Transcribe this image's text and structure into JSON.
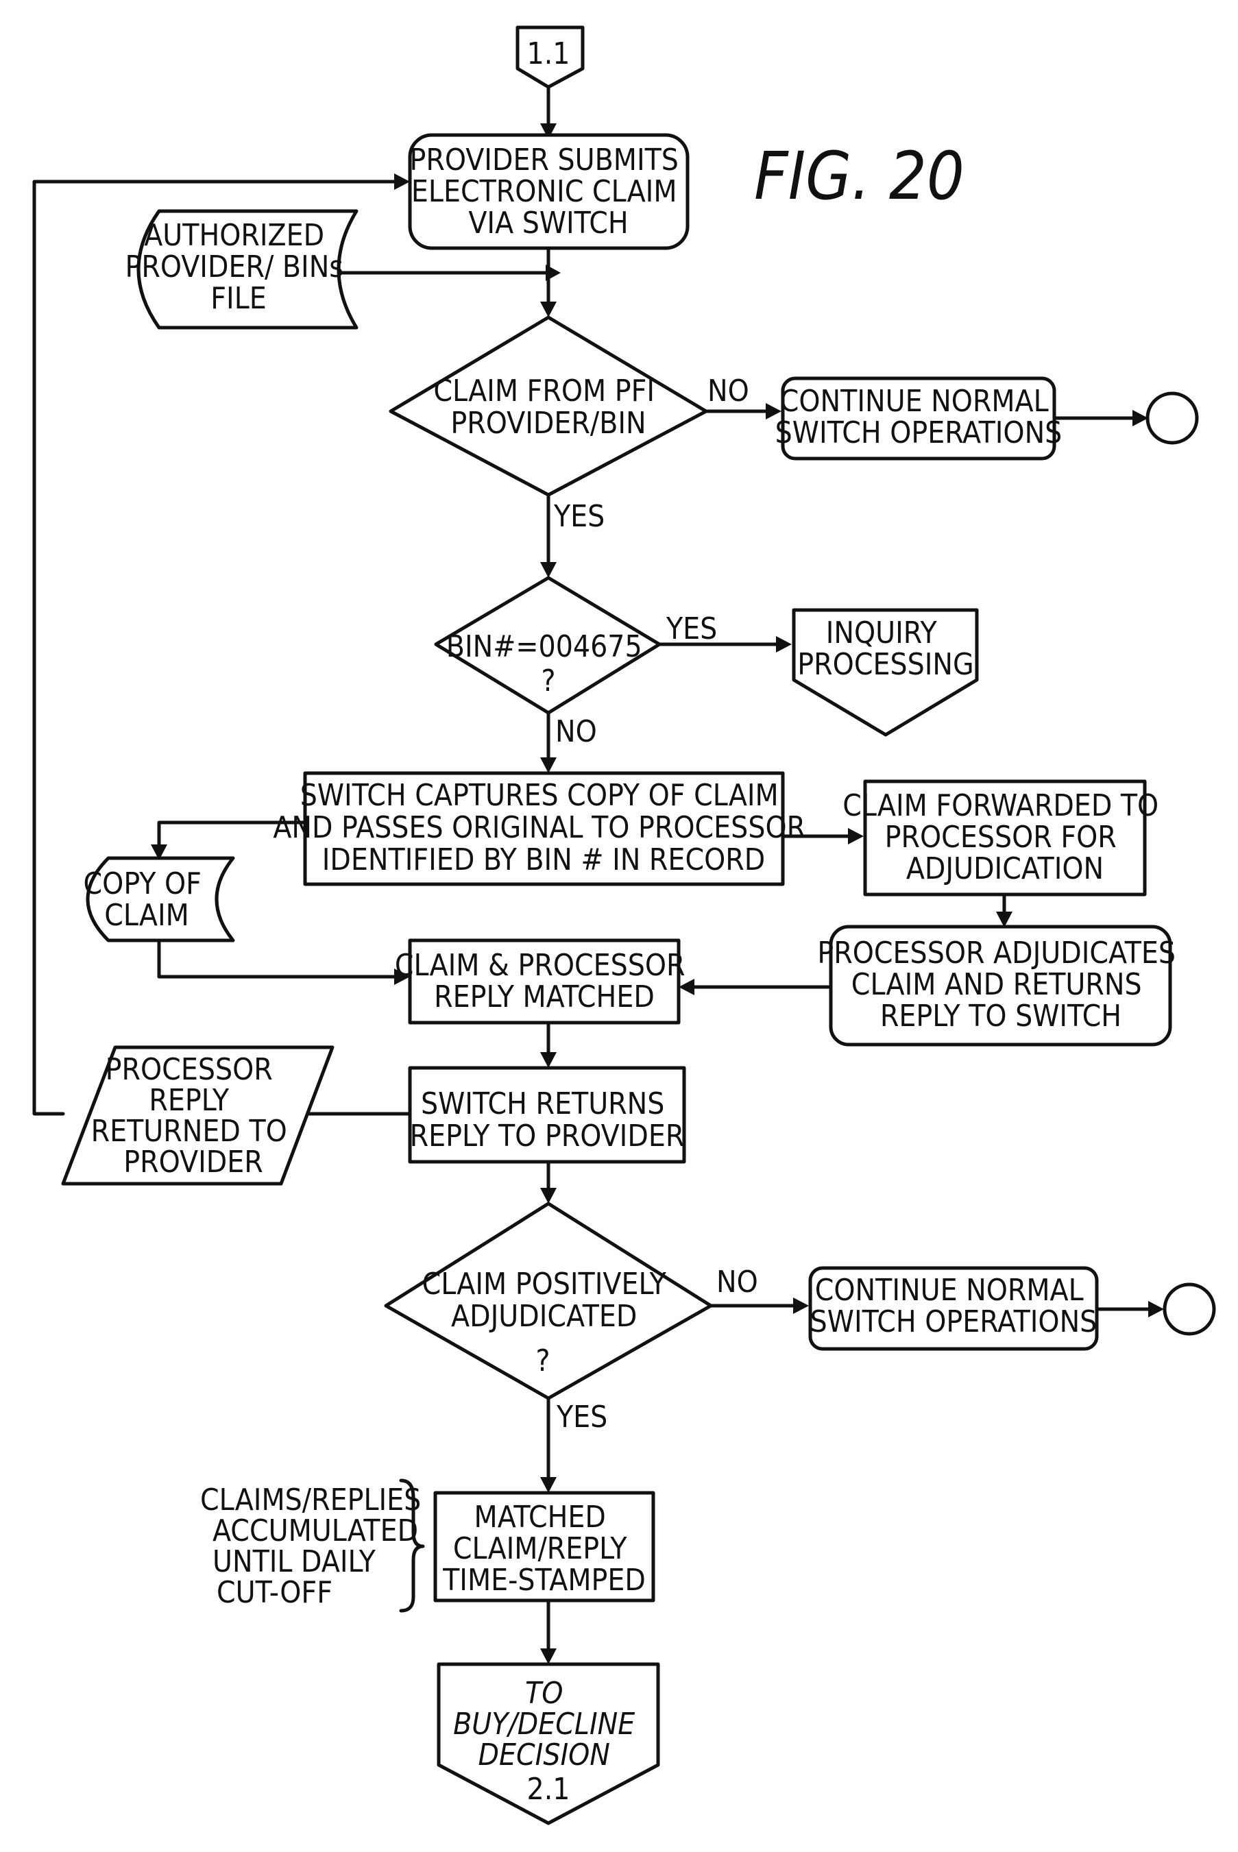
{
  "figure_label": "FIG. 20",
  "nodes": {
    "start": "1.1",
    "submit": [
      "PROVIDER SUBMITS",
      "ELECTRONIC CLAIM",
      "VIA SWITCH"
    ],
    "auth_file": [
      "AUTHORIZED",
      "PROVIDER/ BINs",
      "FILE"
    ],
    "d_pfi": [
      "CLAIM FROM PFI",
      "PROVIDER/BIN"
    ],
    "continue_1": [
      "CONTINUE NORMAL",
      "SWITCH OPERATIONS"
    ],
    "d_bin": [
      "BIN#=004675",
      "?"
    ],
    "inquiry": [
      "INQUIRY",
      "PROCESSING"
    ],
    "capture": [
      "SWITCH CAPTURES COPY OF CLAIM",
      "AND PASSES ORIGINAL TO PROCESSOR",
      "IDENTIFIED BY BIN # IN RECORD"
    ],
    "forwarded": [
      "CLAIM FORWARDED TO",
      "PROCESSOR FOR",
      "ADJUDICATION"
    ],
    "copy": [
      "COPY OF",
      "CLAIM"
    ],
    "matched": [
      "CLAIM & PROCESSOR",
      "REPLY MATCHED"
    ],
    "adjudicates": [
      "PROCESSOR ADJUDICATES",
      "CLAIM AND RETURNS",
      "REPLY TO SWITCH"
    ],
    "proc_reply": [
      "PROCESSOR",
      "REPLY",
      "RETURNED TO",
      "PROVIDER"
    ],
    "returns": [
      "SWITCH RETURNS",
      "REPLY TO PROVIDER"
    ],
    "d_positive": [
      "CLAIM POSITIVELY",
      "ADJUDICATED",
      "?"
    ],
    "continue_2": [
      "CONTINUE NORMAL",
      "SWITCH OPERATIONS"
    ],
    "note": [
      "CLAIMS/REPLIES",
      "ACCUMULATED",
      "UNTIL DAILY",
      "CUT-OFF"
    ],
    "timestamped": [
      "MATCHED",
      "CLAIM/REPLY",
      "TIME-STAMPED"
    ],
    "end": [
      "TO",
      "BUY/DECLINE",
      "DECISION",
      "2.1"
    ]
  },
  "edge_labels": {
    "pfi_no": "NO",
    "pfi_yes": "YES",
    "bin_yes": "YES",
    "bin_no": "NO",
    "positive_no": "NO",
    "positive_yes": "YES"
  }
}
